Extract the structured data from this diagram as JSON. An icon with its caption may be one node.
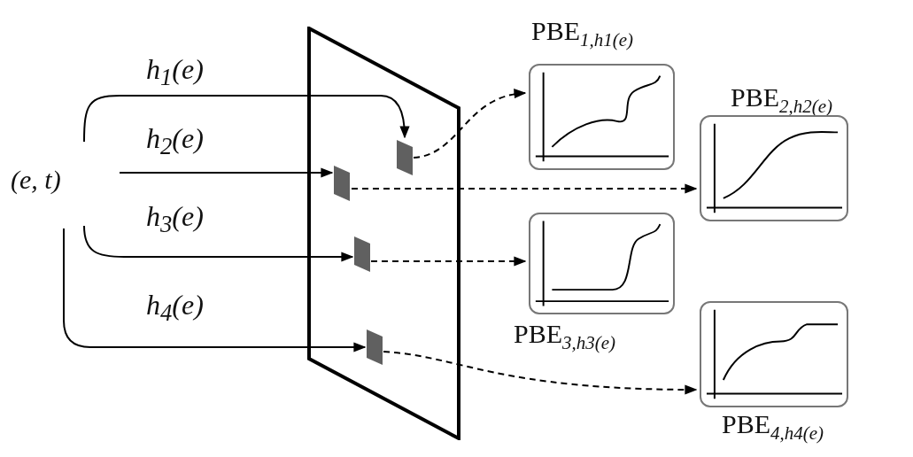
{
  "diagram": {
    "nodes": [
      {
        "text": [
          "(e, t)"
        ]
      },
      {
        "text": [],
        "shape": "box"
      },
      {
        "text": [],
        "shape": "box",
        "in": 1
      },
      {
        "text": [],
        "shape": "box",
        "in": 1
      },
      {
        "text": [],
        "shape": "box",
        "in": 1
      },
      {
        "text": [],
        "shape": "box",
        "in": 1
      },
      {
        "text": [
          "PBE$_{1,h1(e)}$"
        ]
      },
      {
        "text": [
          "PBE$_{2,h2(e)}$"
        ]
      },
      {
        "text": [
          "PBE$_{3,h3(e)}$"
        ]
      },
      {
        "text": [
          "PBE$_{4,h4(e)}$"
        ]
      }
    ],
    "edges": [
      {
        "from": 0,
        "to": 2,
        "arrow": "to",
        "label": "h$_{1}$(e)"
      },
      {
        "from": 0,
        "to": 3,
        "arrow": "to",
        "label": "h$_{2}$(e)"
      },
      {
        "from": 0,
        "to": 4,
        "arrow": "to",
        "label": "h$_{3}$(e)"
      },
      {
        "from": 0,
        "to": 5,
        "arrow": "to",
        "label": "h$_{4}$(e)"
      },
      {
        "from": 2,
        "to": 6,
        "arrow": "to",
        "style": "dashed"
      },
      {
        "from": 3,
        "to": 7,
        "arrow": "to",
        "style": "dashed"
      },
      {
        "from": 4,
        "to": 8,
        "arrow": "to",
        "style": "dashed"
      },
      {
        "from": 5,
        "to": 9,
        "arrow": "to",
        "style": "dashed"
      }
    ]
  }
}
